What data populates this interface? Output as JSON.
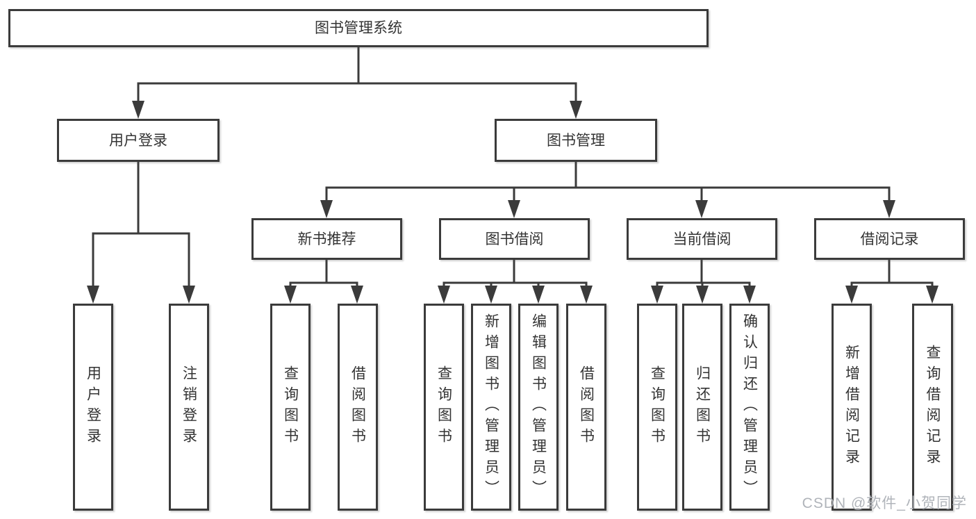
{
  "diagram": {
    "root": "图书管理系统",
    "level2": [
      "用户登录",
      "图书管理"
    ],
    "level3": [
      "新书推荐",
      "图书借阅",
      "当前借阅",
      "借阅记录"
    ],
    "leaves": [
      "用户登录",
      "注销登录",
      "查询图书",
      "借阅图书",
      "查询图书",
      "新增图书（管理员）",
      "编辑图书（管理员）",
      "借阅图书",
      "查询图书",
      "归还图书",
      "确认归还（管理员）",
      "新增借阅记录",
      "查询借阅记录"
    ],
    "colors": {
      "line": "#3b3b3b",
      "border": "#3b3b3b",
      "fill": "#ffffff",
      "text": "#333333"
    }
  },
  "watermark": {
    "text": "CSDN @软件_小贺同学",
    "color": "#b0b4ba"
  }
}
